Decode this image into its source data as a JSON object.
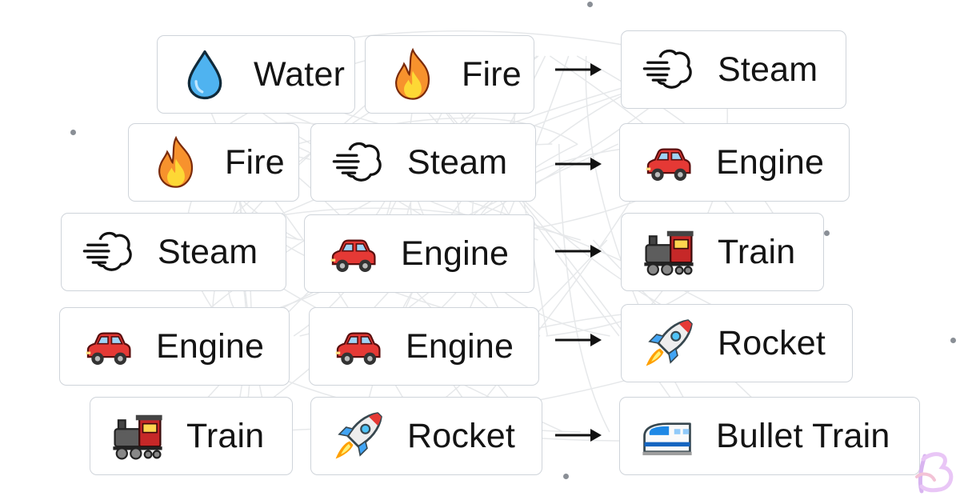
{
  "elements": {
    "water": {
      "label": "Water",
      "icon": "water-drop-icon"
    },
    "fire": {
      "label": "Fire",
      "icon": "fire-icon"
    },
    "steam": {
      "label": "Steam",
      "icon": "steam-cloud-icon"
    },
    "engine": {
      "label": "Engine",
      "icon": "car-icon"
    },
    "train": {
      "label": "Train",
      "icon": "locomotive-icon"
    },
    "rocket": {
      "label": "Rocket",
      "icon": "rocket-icon"
    },
    "bullet_train": {
      "label": "Bullet Train",
      "icon": "bullet-train-icon"
    }
  },
  "recipes": [
    {
      "first": {
        "label": "Water",
        "icon": "water-drop-icon"
      },
      "second": {
        "label": "Fire",
        "icon": "fire-icon"
      },
      "result": {
        "label": "Steam",
        "icon": "steam-cloud-icon"
      }
    },
    {
      "first": {
        "label": "Fire",
        "icon": "fire-icon"
      },
      "second": {
        "label": "Steam",
        "icon": "steam-cloud-icon"
      },
      "result": {
        "label": "Engine",
        "icon": "car-icon"
      }
    },
    {
      "first": {
        "label": "Steam",
        "icon": "steam-cloud-icon"
      },
      "second": {
        "label": "Engine",
        "icon": "car-icon"
      },
      "result": {
        "label": "Train",
        "icon": "locomotive-icon"
      }
    },
    {
      "first": {
        "label": "Engine",
        "icon": "car-icon"
      },
      "second": {
        "label": "Engine",
        "icon": "car-icon"
      },
      "result": {
        "label": "Rocket",
        "icon": "rocket-icon"
      }
    },
    {
      "first": {
        "label": "Train",
        "icon": "locomotive-icon"
      },
      "second": {
        "label": "Rocket",
        "icon": "rocket-icon"
      },
      "result": {
        "label": "Bullet Train",
        "icon": "bullet-train-icon"
      }
    }
  ],
  "colors": {
    "card_border": "#cfd4da",
    "text": "#141414",
    "arrow": "#111111",
    "web_lines": "#e6e8ea",
    "watermark": "#d8b4f0"
  }
}
